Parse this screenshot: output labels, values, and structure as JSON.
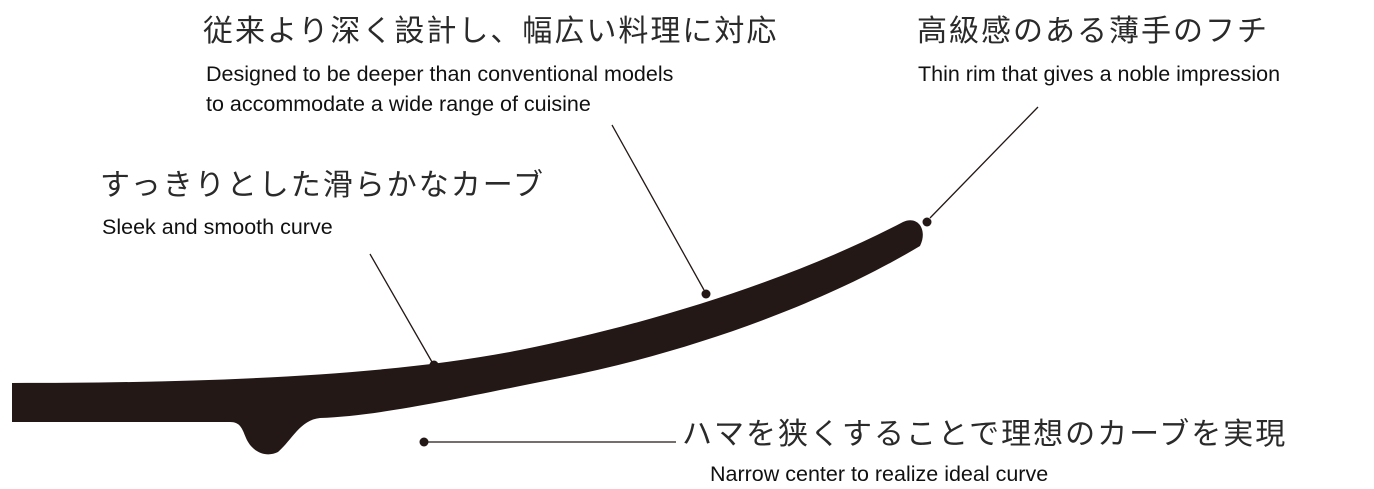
{
  "colors": {
    "plate": "#231815",
    "leader": "#231815",
    "text": "#111111"
  },
  "annotations": {
    "depth": {
      "jp": "従来より深く設計し、幅広い料理に対応",
      "en_line1": "Designed to be deeper than conventional models",
      "en_line2": "to accommodate a wide range of cuisine"
    },
    "rim": {
      "jp": "高級感のある薄手のフチ",
      "en": "Thin rim that gives a noble impression"
    },
    "curve": {
      "jp": "すっきりとした滑らかなカーブ",
      "en": "Sleek and smooth curve"
    },
    "foot": {
      "jp": "ハマを狭くすることで理想のカーブを実現",
      "en": "Narrow center to realize ideal curve"
    }
  }
}
